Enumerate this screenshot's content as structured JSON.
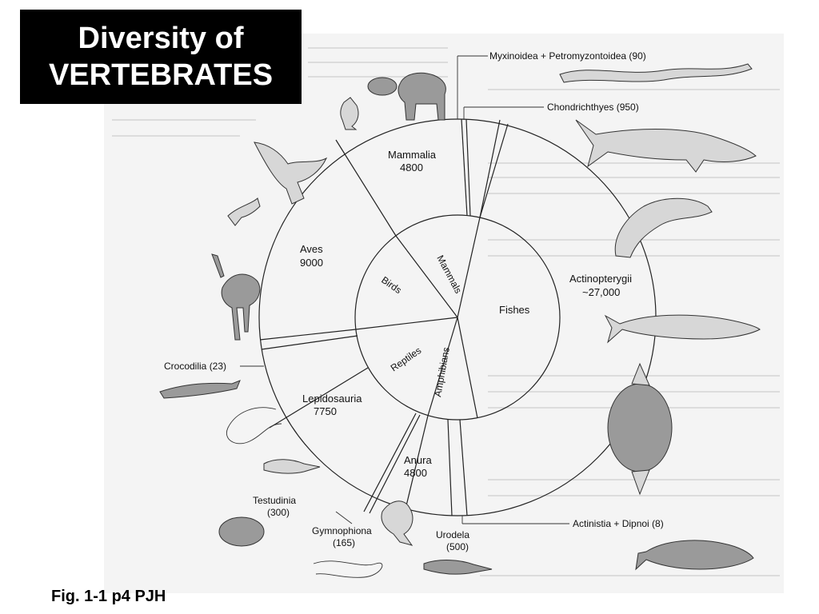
{
  "title": {
    "line1": "Diversity of",
    "line2": "VERTEBRATES"
  },
  "caption": "Fig. 1-1 p4 PJH",
  "groups": {
    "mammalia": {
      "name": "Mammalia",
      "count": "4800"
    },
    "aves": {
      "name": "Aves",
      "count": "9000"
    },
    "crocodilia": "Crocodilia (23)",
    "lepidosauria": {
      "name": "Lepidosauria",
      "count": "7750"
    },
    "testudinia": {
      "name": "Testudinia",
      "count": "(300)"
    },
    "gymnophiona": {
      "name": "Gymnophiona",
      "count": "(165)"
    },
    "anura": {
      "name": "Anura",
      "count": "4800"
    },
    "urodela": {
      "name": "Urodela",
      "count": "(500)"
    },
    "actinistia": "Actinistia + Dipnoi (8)",
    "actinopterygii": {
      "name": "Actinopterygii",
      "count": "~27,000"
    },
    "chondrichthyes": "Chondrichthyes (950)",
    "myxinoidea": "Myxinoidea + Petromyzontoidea (90)"
  },
  "inner_ring": {
    "mammals": "Mammals",
    "birds": "Birds",
    "reptiles": "Reptiles",
    "amphibians": "Amphibians",
    "fishes": "Fishes"
  },
  "colors": {
    "title_bg": "#000000",
    "title_text": "#ffffff",
    "page_bg": "#ffffff",
    "scan_bg": "#f4f4f4"
  }
}
